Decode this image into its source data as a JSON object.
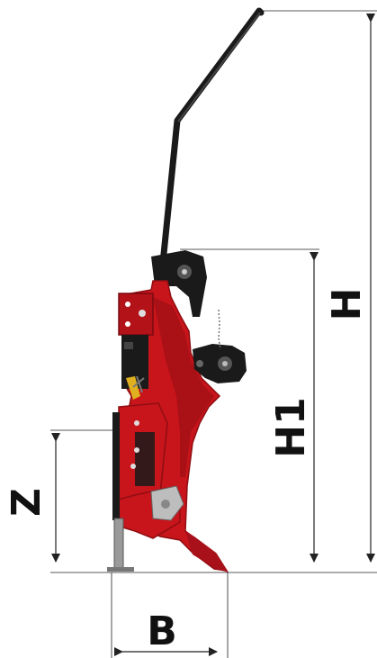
{
  "diagram": {
    "labels": {
      "height_total": "H",
      "height_frame": "H1",
      "height_hitch": "Z",
      "base_width": "B"
    }
  },
  "colors": {
    "frame_red": "#c8141b",
    "frame_red_dark": "#8f0e12",
    "handle_black": "#1a1a1a",
    "stand_grey": "#9a9a9a",
    "dimension_line": "#222222"
  }
}
